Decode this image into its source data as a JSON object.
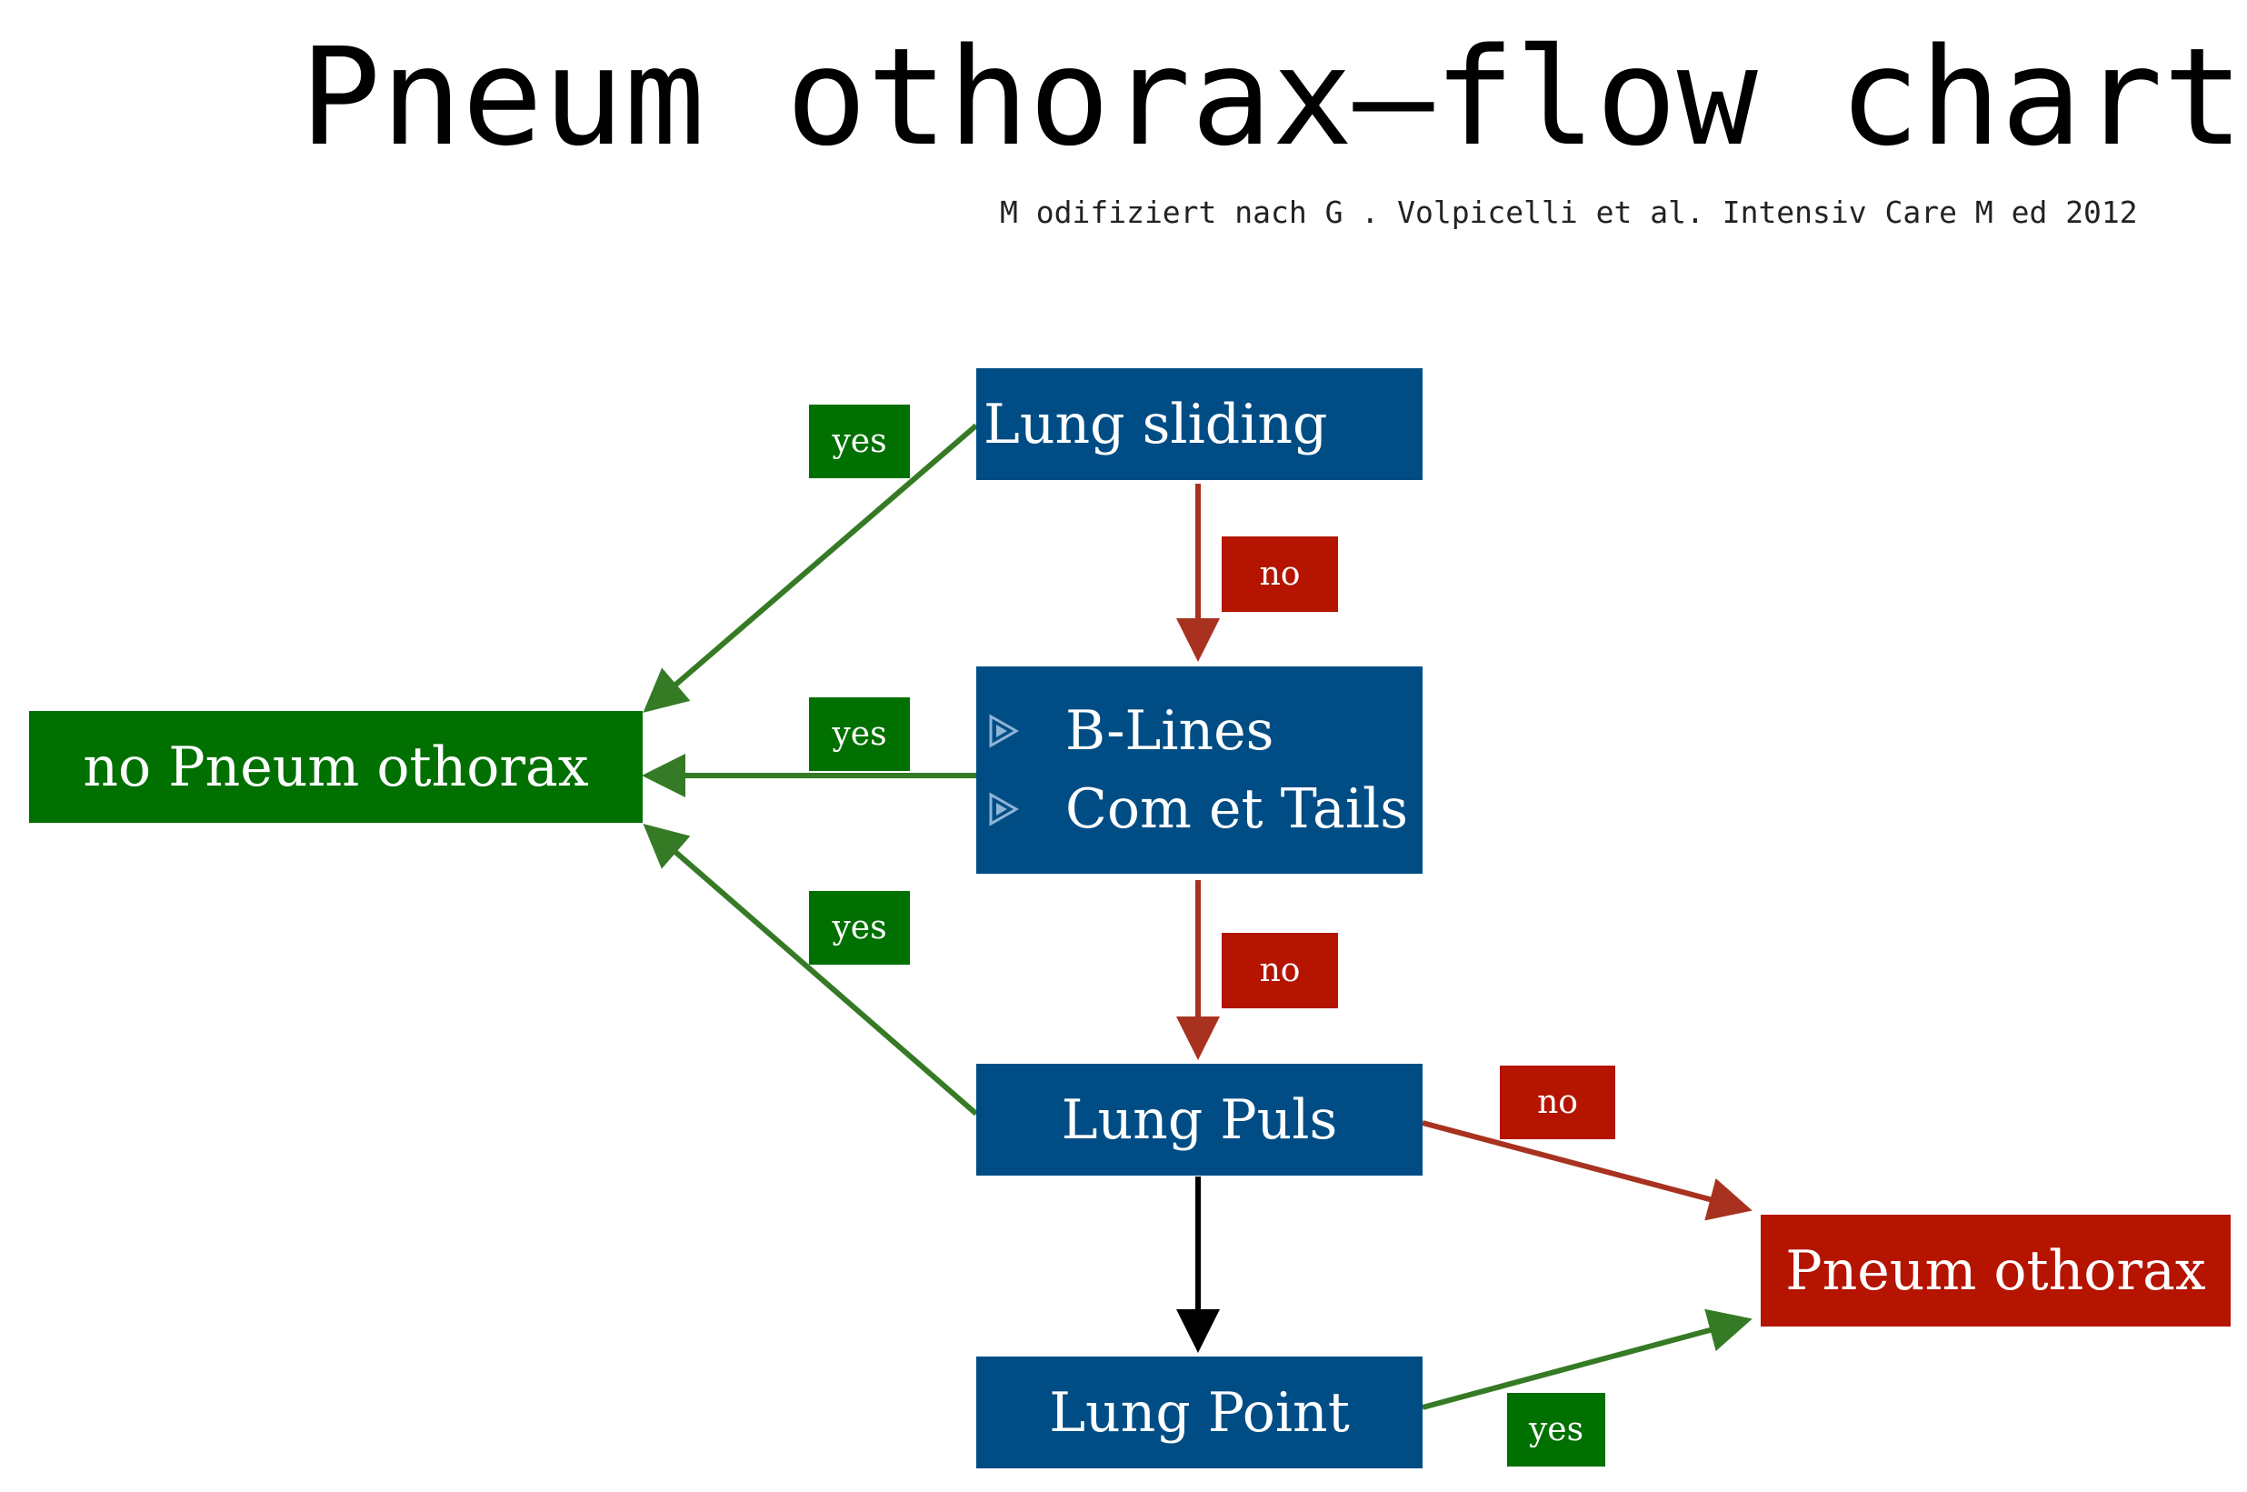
{
  "title": "Pneum othorax–flow chart",
  "subtitle": "M odifiziert nach G . Volpicelli et al. Intensiv Care M ed 2012",
  "colors": {
    "node_blue": "#004d85",
    "result_green": "#007000",
    "result_red": "#b41400",
    "arrow_green": "#357a24",
    "arrow_red": "#a8321f",
    "arrow_black": "#000000"
  },
  "nodes": {
    "lung_sliding": "Lung sliding",
    "b_lines": {
      "items": [
        "B-Lines",
        "Com et Tails"
      ],
      "bullet_icon": "triangle-bullet-icon"
    },
    "lung_puls": "Lung Puls",
    "lung_point": "Lung Point",
    "no_pneumothorax": "no Pneum othorax",
    "pneumothorax": "Pneum othorax"
  },
  "labels": {
    "sliding_yes": "yes",
    "sliding_no": "no",
    "blines_yes": "yes",
    "blines_no": "no",
    "puls_yes": "yes",
    "puls_no": "no",
    "point_yes": "yes"
  }
}
